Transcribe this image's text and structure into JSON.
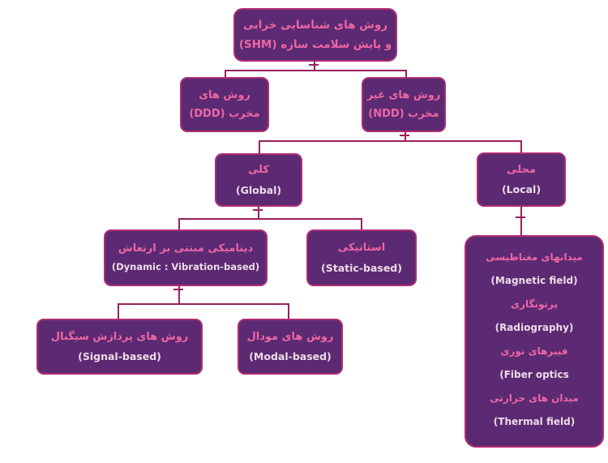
{
  "colors": {
    "background": "#ffffff",
    "box_fill": "#5b2a72",
    "box_border": "#b02d72",
    "persian_text": "#ef66a5",
    "english_text": "#eedbe9",
    "connector": "#9a1f5e"
  },
  "nodes": {
    "root": {
      "line1": "روش های شناسایی خرابی",
      "line2": "و پایش سلامت سازه (SHM)"
    },
    "destructive": {
      "line1": "روش های",
      "line2": "مخرب (DDD)"
    },
    "nondestructive": {
      "line1": "روش های غیر",
      "line2": "مخرب (NDD)"
    },
    "global": {
      "line1": "کلی",
      "line2": "(Global)"
    },
    "local": {
      "line1": "محلی",
      "line2": "(Local)"
    },
    "dynamic": {
      "line1": "دینامیکی مبتنی بر ارتعاش",
      "line2": "(Dynamic : Vibration-based)"
    },
    "static": {
      "line1": "استاتیکی",
      "line2": "(Static-based)"
    },
    "signal": {
      "line1": "روش های پردازش سیگنال",
      "line2": "(Signal-based)"
    },
    "modal": {
      "line1": "روش های مودال",
      "line2": "(Modal-based)"
    },
    "local_methods": {
      "items": [
        {
          "fa": "میدانهای مغناطیسی",
          "en": "(Magnetic field)"
        },
        {
          "fa": "پرتونگاری",
          "en": "(Radiography)"
        },
        {
          "fa": "فیبرهای نوری",
          "en": "(Fiber optics"
        },
        {
          "fa": "میدان های حرارتی",
          "en": "(Thermal field)"
        }
      ]
    }
  }
}
